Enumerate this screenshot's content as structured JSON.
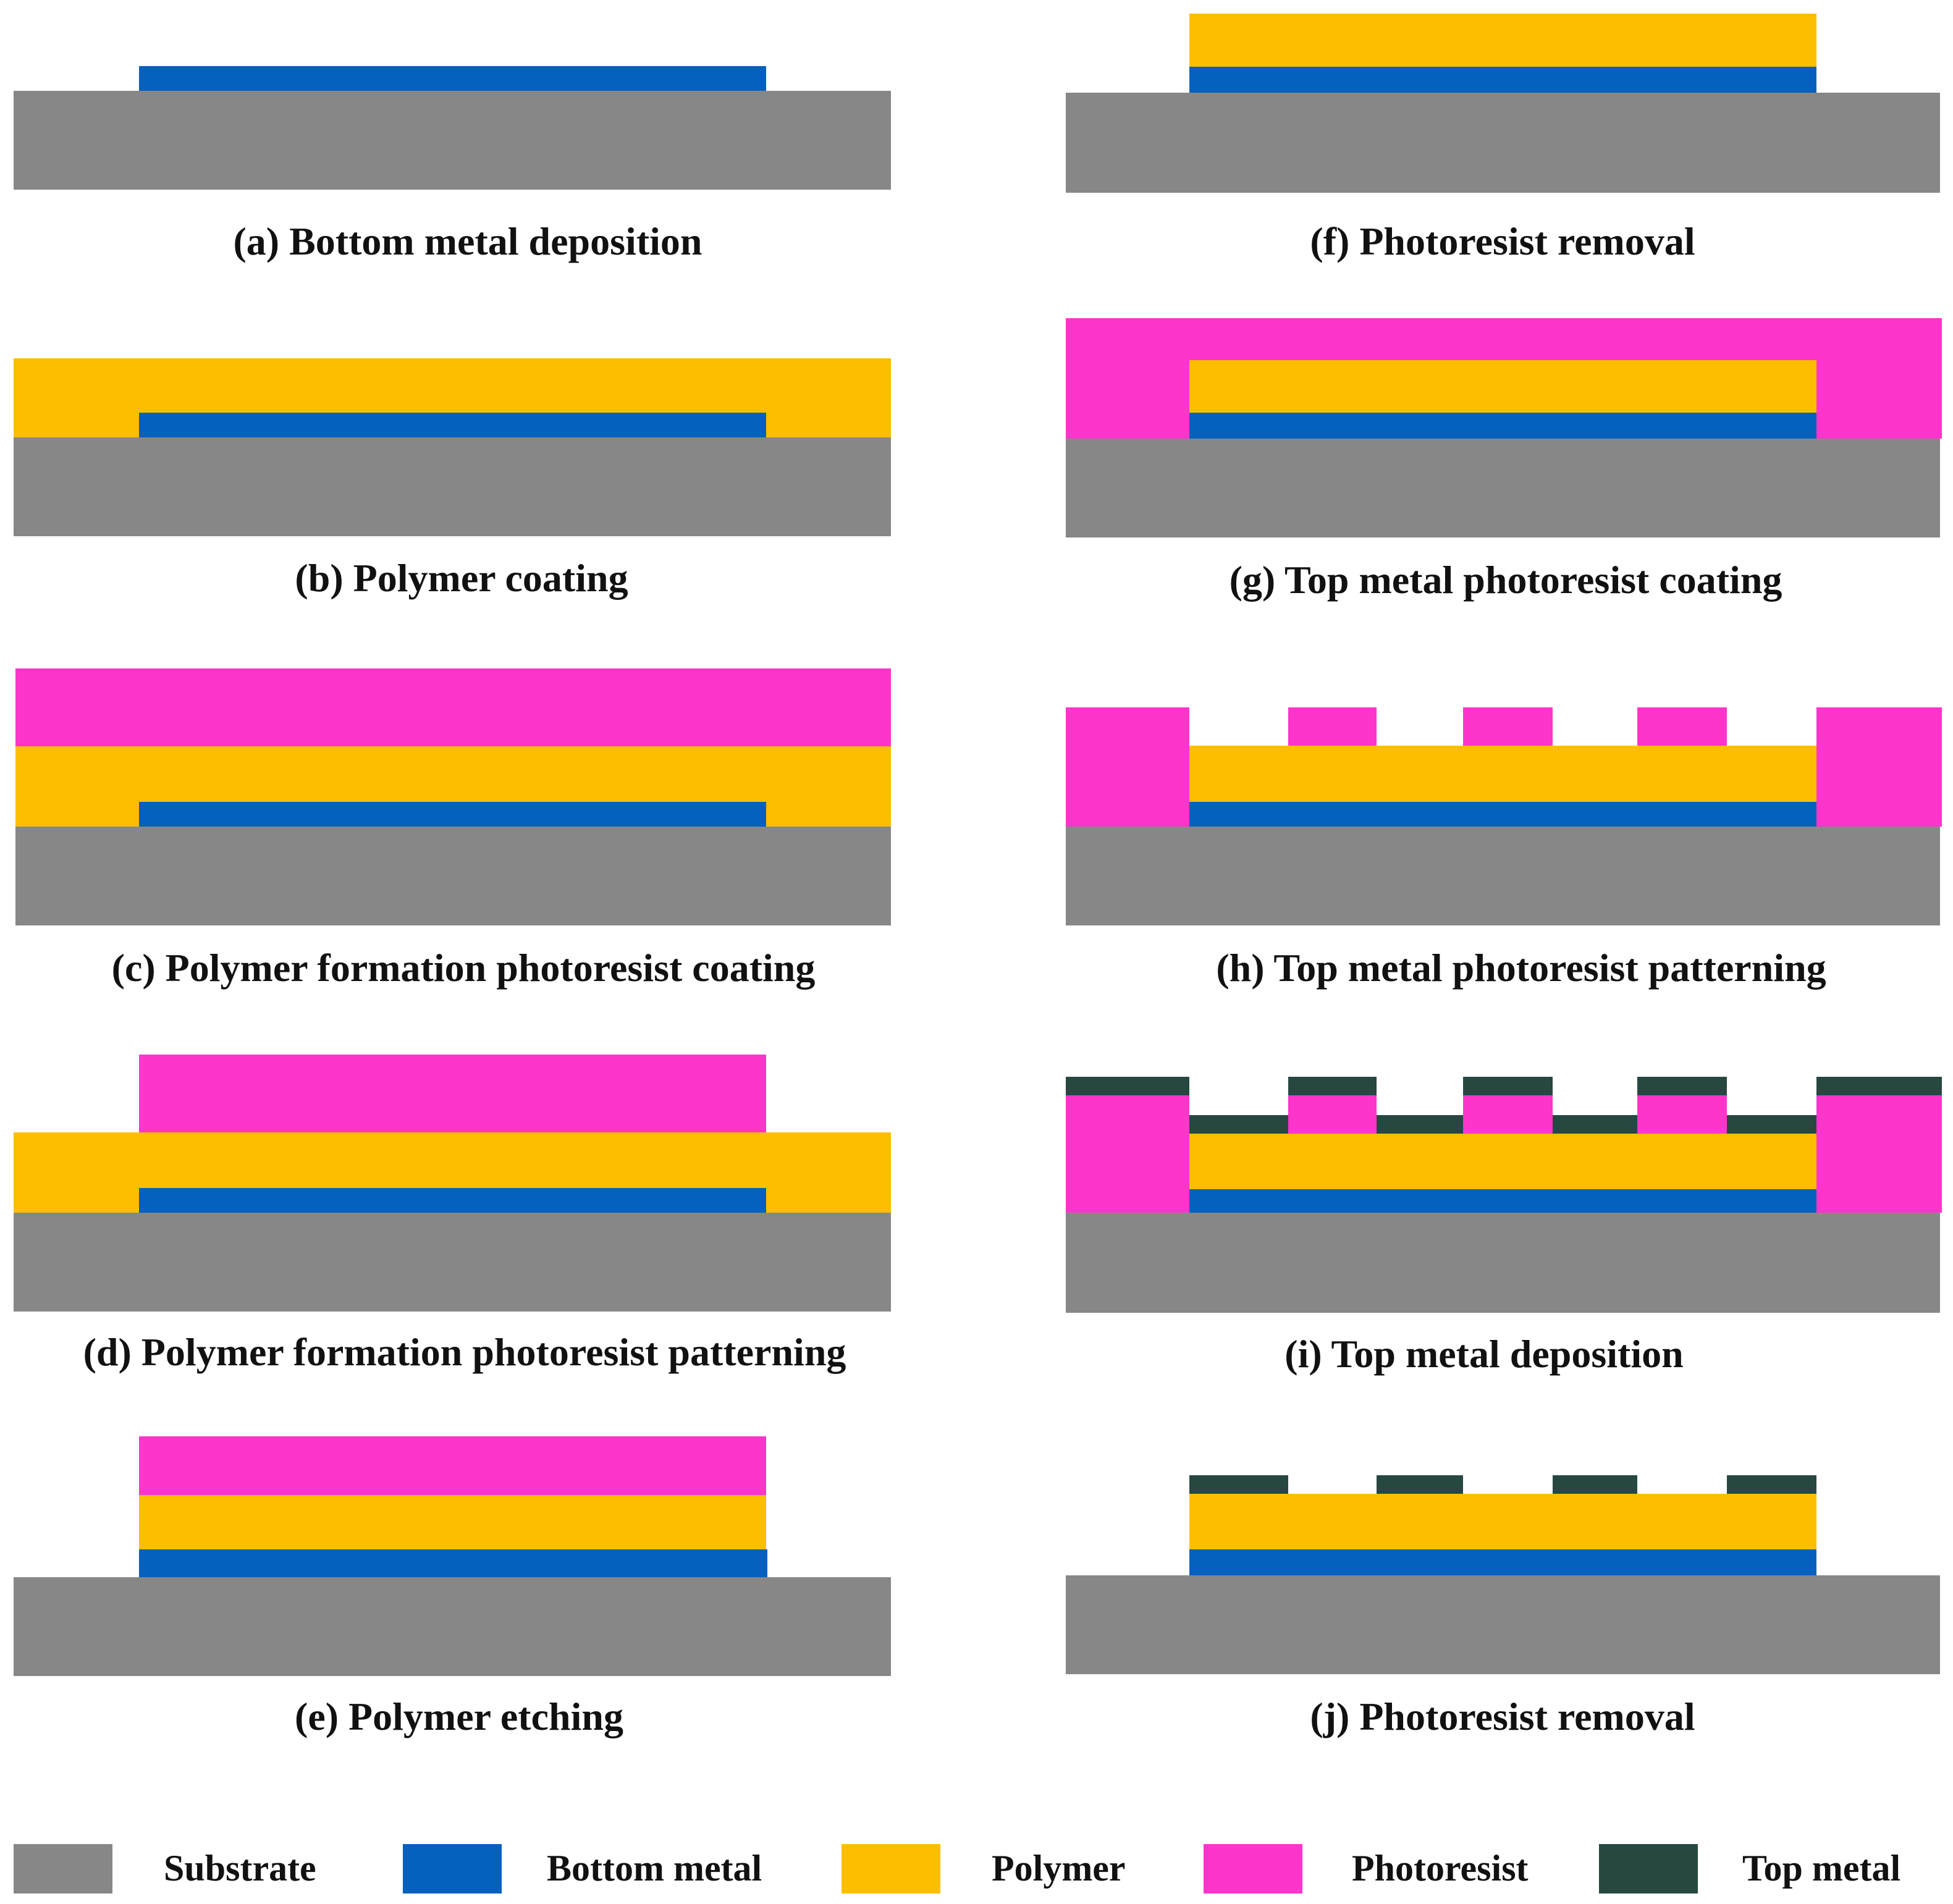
{
  "materials": {
    "substrate": {
      "label": "Substrate",
      "color": "#878787"
    },
    "bottom_metal": {
      "label": "Bottom metal",
      "color": "#0560BE"
    },
    "polymer": {
      "label": "Polymer",
      "color": "#FEBE00"
    },
    "photoresist": {
      "label": "Photoresist",
      "color": "#FE35CA"
    },
    "top_metal": {
      "label": "Top metal",
      "color": "#264840"
    }
  },
  "steps": [
    {
      "id": "a",
      "caption": "(a) Bottom metal deposition"
    },
    {
      "id": "b",
      "caption": "(b) Polymer coating"
    },
    {
      "id": "c",
      "caption": "(c) Polymer formation photoresist coating"
    },
    {
      "id": "d",
      "caption": "(d) Polymer formation photoresist patterning"
    },
    {
      "id": "e",
      "caption": "(e) Polymer etching"
    },
    {
      "id": "f",
      "caption": "(f) Photoresist removal"
    },
    {
      "id": "g",
      "caption": "(g) Top metal photoresist coating"
    },
    {
      "id": "h",
      "caption": "(h) Top metal photoresist patterning"
    },
    {
      "id": "i",
      "caption": "(i) Top metal deposition"
    },
    {
      "id": "j",
      "caption": "(j) Photoresist removal"
    }
  ],
  "legend_order": [
    "substrate",
    "bottom_metal",
    "polymer",
    "photoresist",
    "top_metal"
  ]
}
